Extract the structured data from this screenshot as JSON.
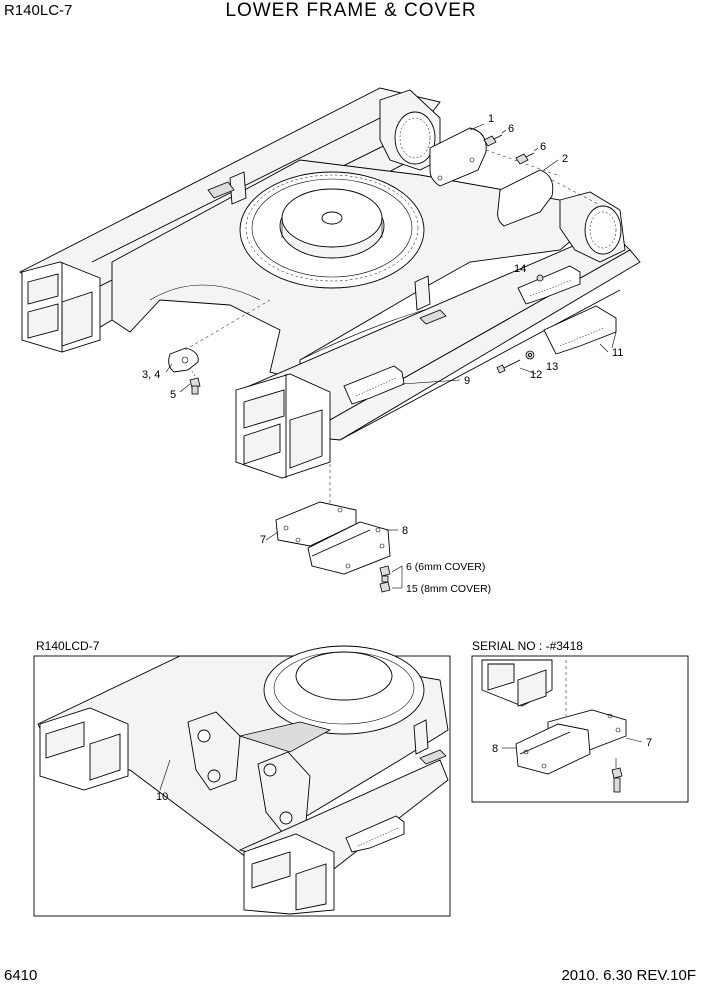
{
  "header": {
    "model": "R140LC-7",
    "title": "LOWER FRAME & COVER"
  },
  "footer": {
    "page_number": "6410",
    "revision": "2010. 6.30  REV.10F"
  },
  "inset_left": {
    "model": "R140LCD-7"
  },
  "inset_right": {
    "serial": "SERIAL NO : -#3418"
  },
  "callouts": {
    "c1": "1",
    "c2": "2",
    "c6a": "6",
    "c6b": "6",
    "c34": "3, 4",
    "c5": "5",
    "c9": "9",
    "c11": "11",
    "c12": "12",
    "c13": "13",
    "c14": "14",
    "c7": "7",
    "c8": "8",
    "c6_cover": "6 (6mm COVER)",
    "c15_cover": "15 (8mm COVER)",
    "c10": "10",
    "c8_inset": "8",
    "c7_inset": "7"
  }
}
